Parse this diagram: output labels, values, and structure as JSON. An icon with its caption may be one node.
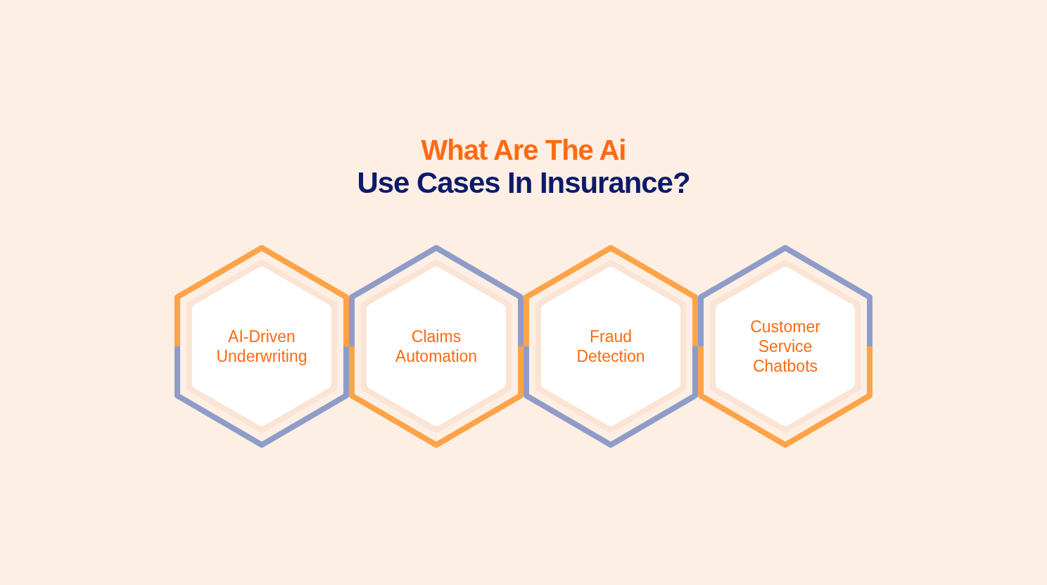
{
  "diagram": {
    "nodes": [
      {
        "text": [
          "AI-Driven Underwriting"
        ]
      },
      {
        "text": [
          "Claims Automation"
        ]
      },
      {
        "text": [
          "Fraud Detection"
        ]
      },
      {
        "text": [
          "Customer Service Chatbots"
        ]
      }
    ],
    "labels": [
      "What Are The Ai",
      "Use Cases In Insurance?"
    ]
  }
}
